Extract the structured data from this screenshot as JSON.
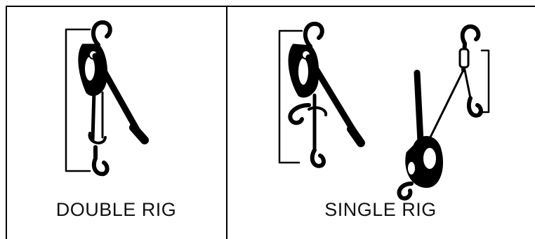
{
  "panels": [
    {
      "caption": "DOUBLE RIG",
      "illustration": "double-rig-hoist-illustration"
    },
    {
      "caption": "SINGLE RIG",
      "illustration": "single-rig-hoist-illustration"
    }
  ],
  "colors": {
    "ink": "#000000",
    "background": "#ffffff"
  }
}
